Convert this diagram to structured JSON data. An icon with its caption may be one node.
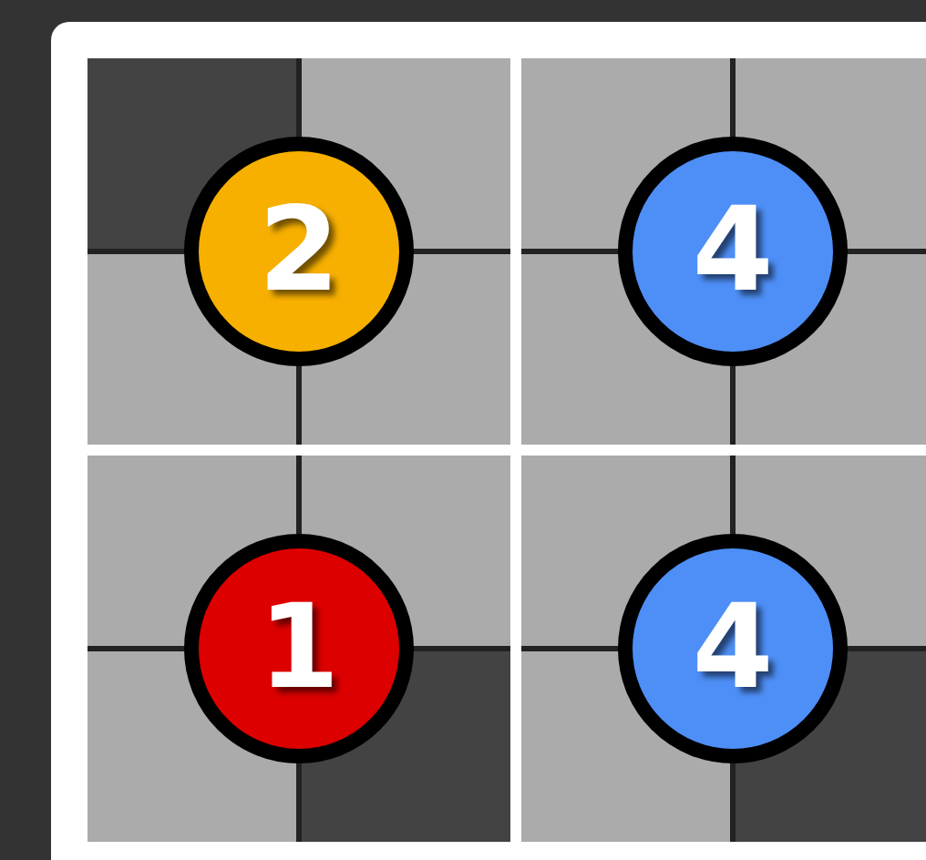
{
  "diagram": {
    "nodes": [
      {
        "text": [
          "2"
        ]
      },
      {
        "text": [
          "4"
        ]
      },
      {
        "text": [
          "1"
        ]
      },
      {
        "text": [
          "4"
        ]
      }
    ]
  }
}
